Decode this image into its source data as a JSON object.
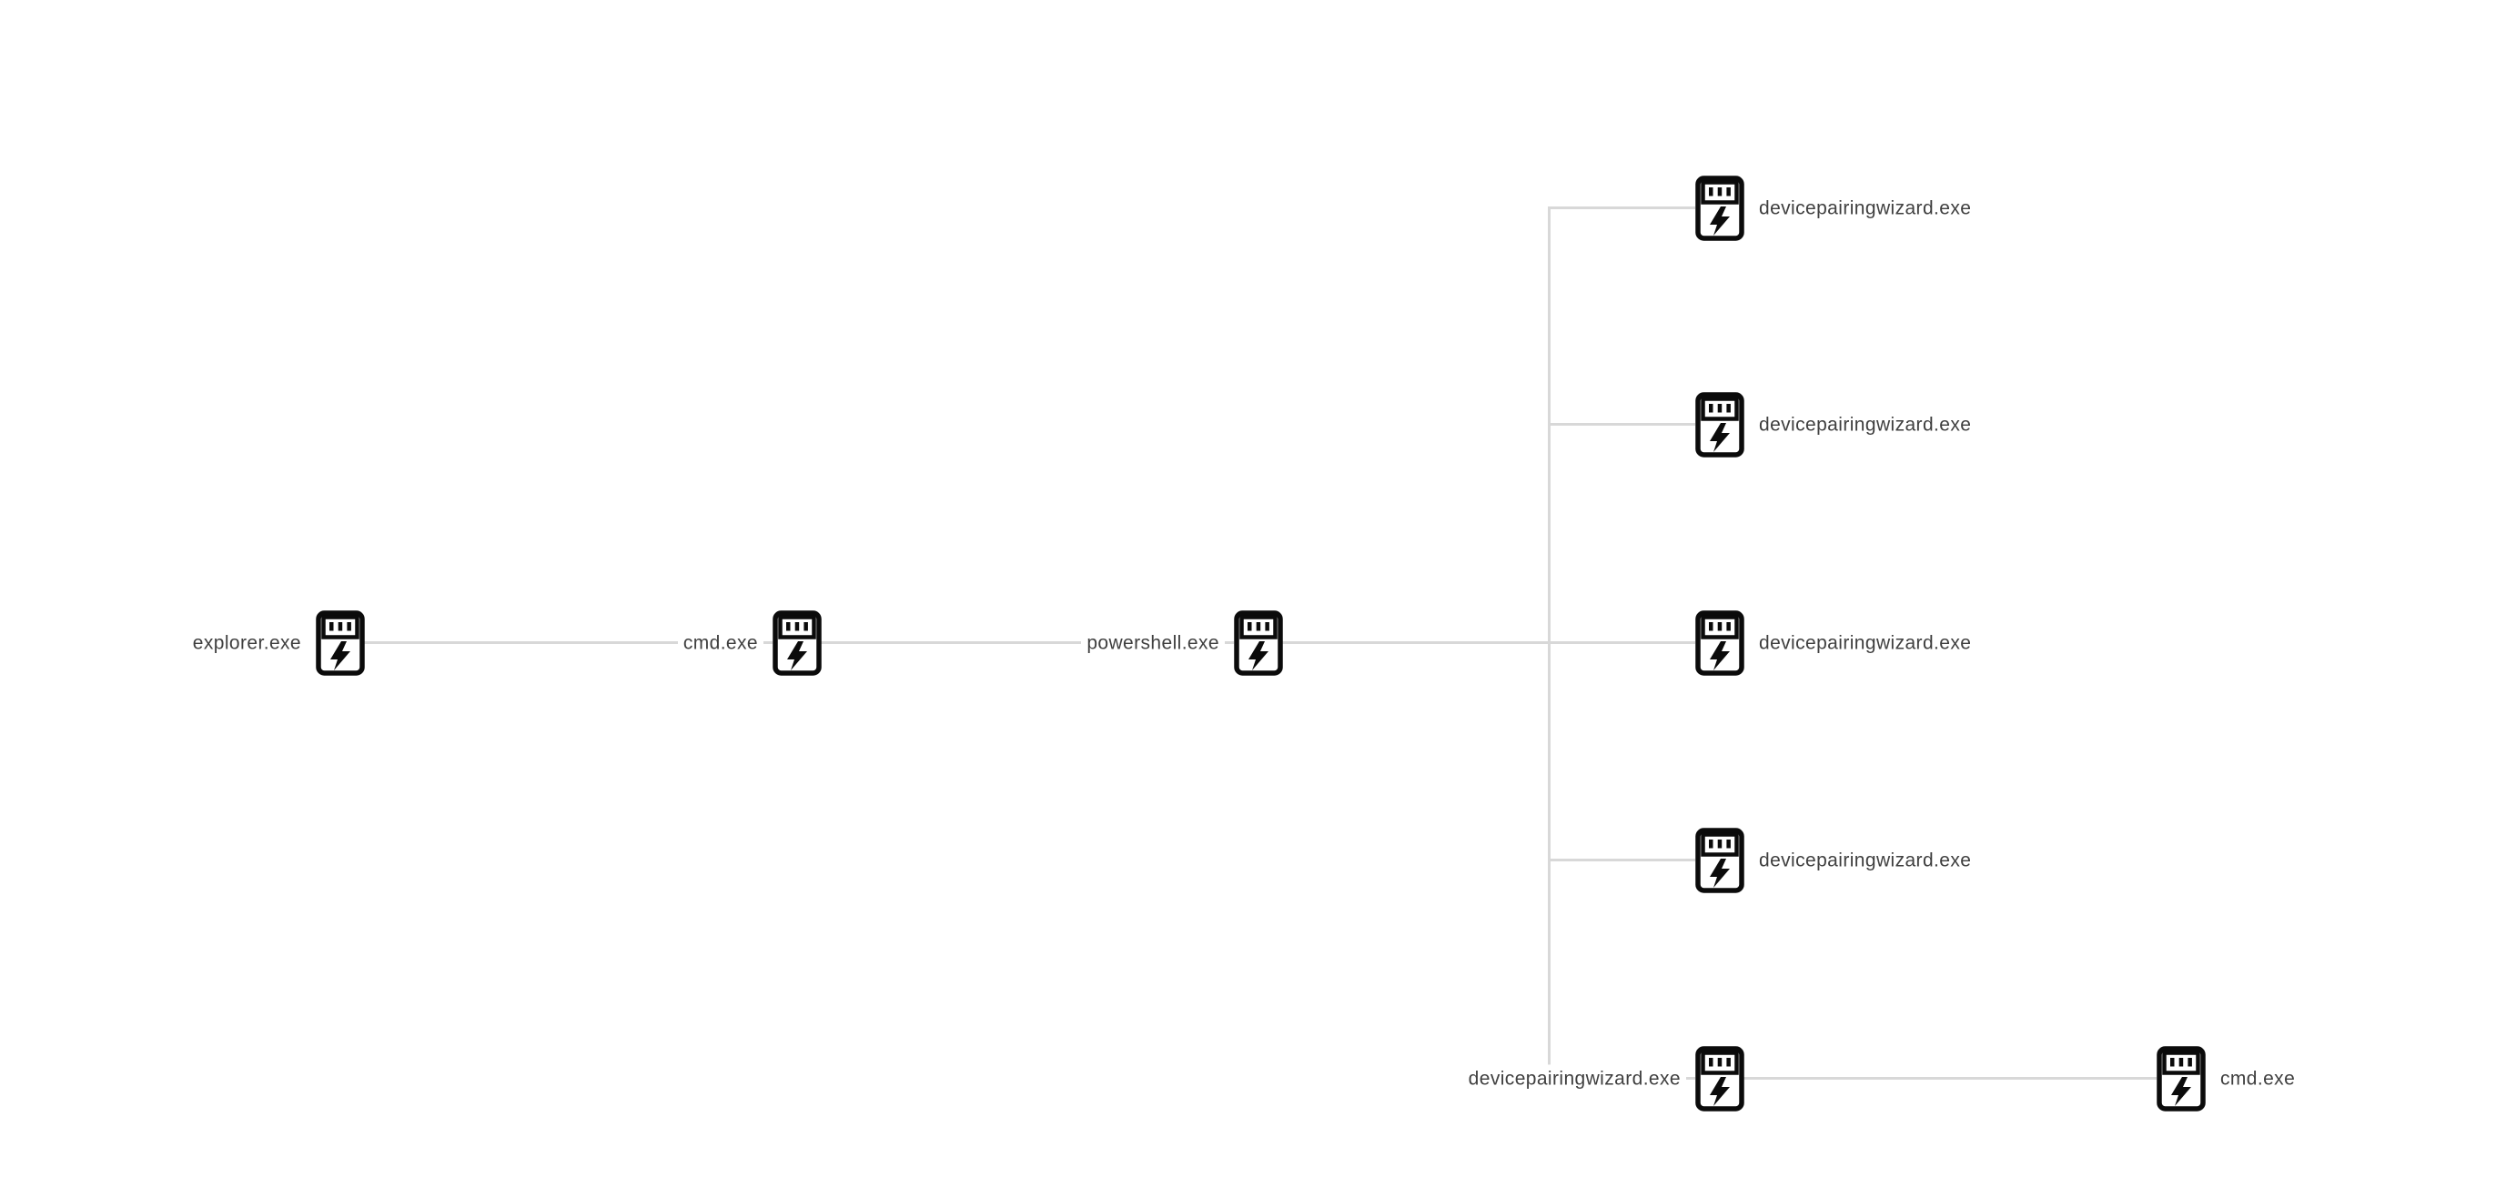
{
  "diagram": {
    "kind": "process-tree",
    "background_color": "#ffffff",
    "edge_color": "#d8d8d8",
    "label_color": "#3f3f3f",
    "icon_color": "#0b0b0b",
    "icon_glyph": "executable-device-with-lightning-bolt",
    "nodes": [
      {
        "id": "explorer",
        "label": "explorer.exe",
        "label_side": "left"
      },
      {
        "id": "cmd-1",
        "label": "cmd.exe",
        "label_side": "left"
      },
      {
        "id": "powershell",
        "label": "powershell.exe",
        "label_side": "left"
      },
      {
        "id": "dpw-1",
        "label": "devicepairingwizard.exe",
        "label_side": "right"
      },
      {
        "id": "dpw-2",
        "label": "devicepairingwizard.exe",
        "label_side": "right"
      },
      {
        "id": "dpw-3",
        "label": "devicepairingwizard.exe",
        "label_side": "right"
      },
      {
        "id": "dpw-4",
        "label": "devicepairingwizard.exe",
        "label_side": "right"
      },
      {
        "id": "dpw-5",
        "label": "devicepairingwizard.exe",
        "label_side": "left"
      },
      {
        "id": "cmd-2",
        "label": "cmd.exe",
        "label_side": "right"
      }
    ],
    "edges": [
      {
        "from": "explorer",
        "to": "cmd-1"
      },
      {
        "from": "cmd-1",
        "to": "powershell"
      },
      {
        "from": "powershell",
        "to": "dpw-1"
      },
      {
        "from": "powershell",
        "to": "dpw-2"
      },
      {
        "from": "powershell",
        "to": "dpw-3"
      },
      {
        "from": "powershell",
        "to": "dpw-4"
      },
      {
        "from": "powershell",
        "to": "dpw-5"
      },
      {
        "from": "dpw-5",
        "to": "cmd-2"
      }
    ]
  }
}
